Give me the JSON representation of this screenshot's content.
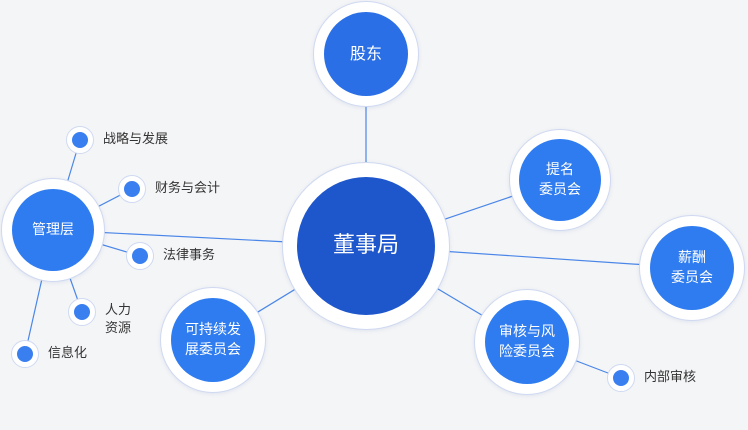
{
  "center": {
    "label": "董事局"
  },
  "shareholders": {
    "label": "股东"
  },
  "committees": {
    "nomination": "提名\n委员会",
    "remuneration": "薪酬\n委员会",
    "audit_risk": "审核与风\n险委员会",
    "sustainability": "可持续发\n展委员会"
  },
  "management": {
    "label": "管理层",
    "items": [
      "战略与发展",
      "财务与会计",
      "法律事务",
      "人力\n资源",
      "信息化"
    ]
  },
  "internal_audit": {
    "label": "内部审核"
  },
  "colors": {
    "dark": "#1e56cc",
    "mid": "#2f7cf0",
    "dot": "#3a7ff0",
    "line": "#4a86e8"
  }
}
